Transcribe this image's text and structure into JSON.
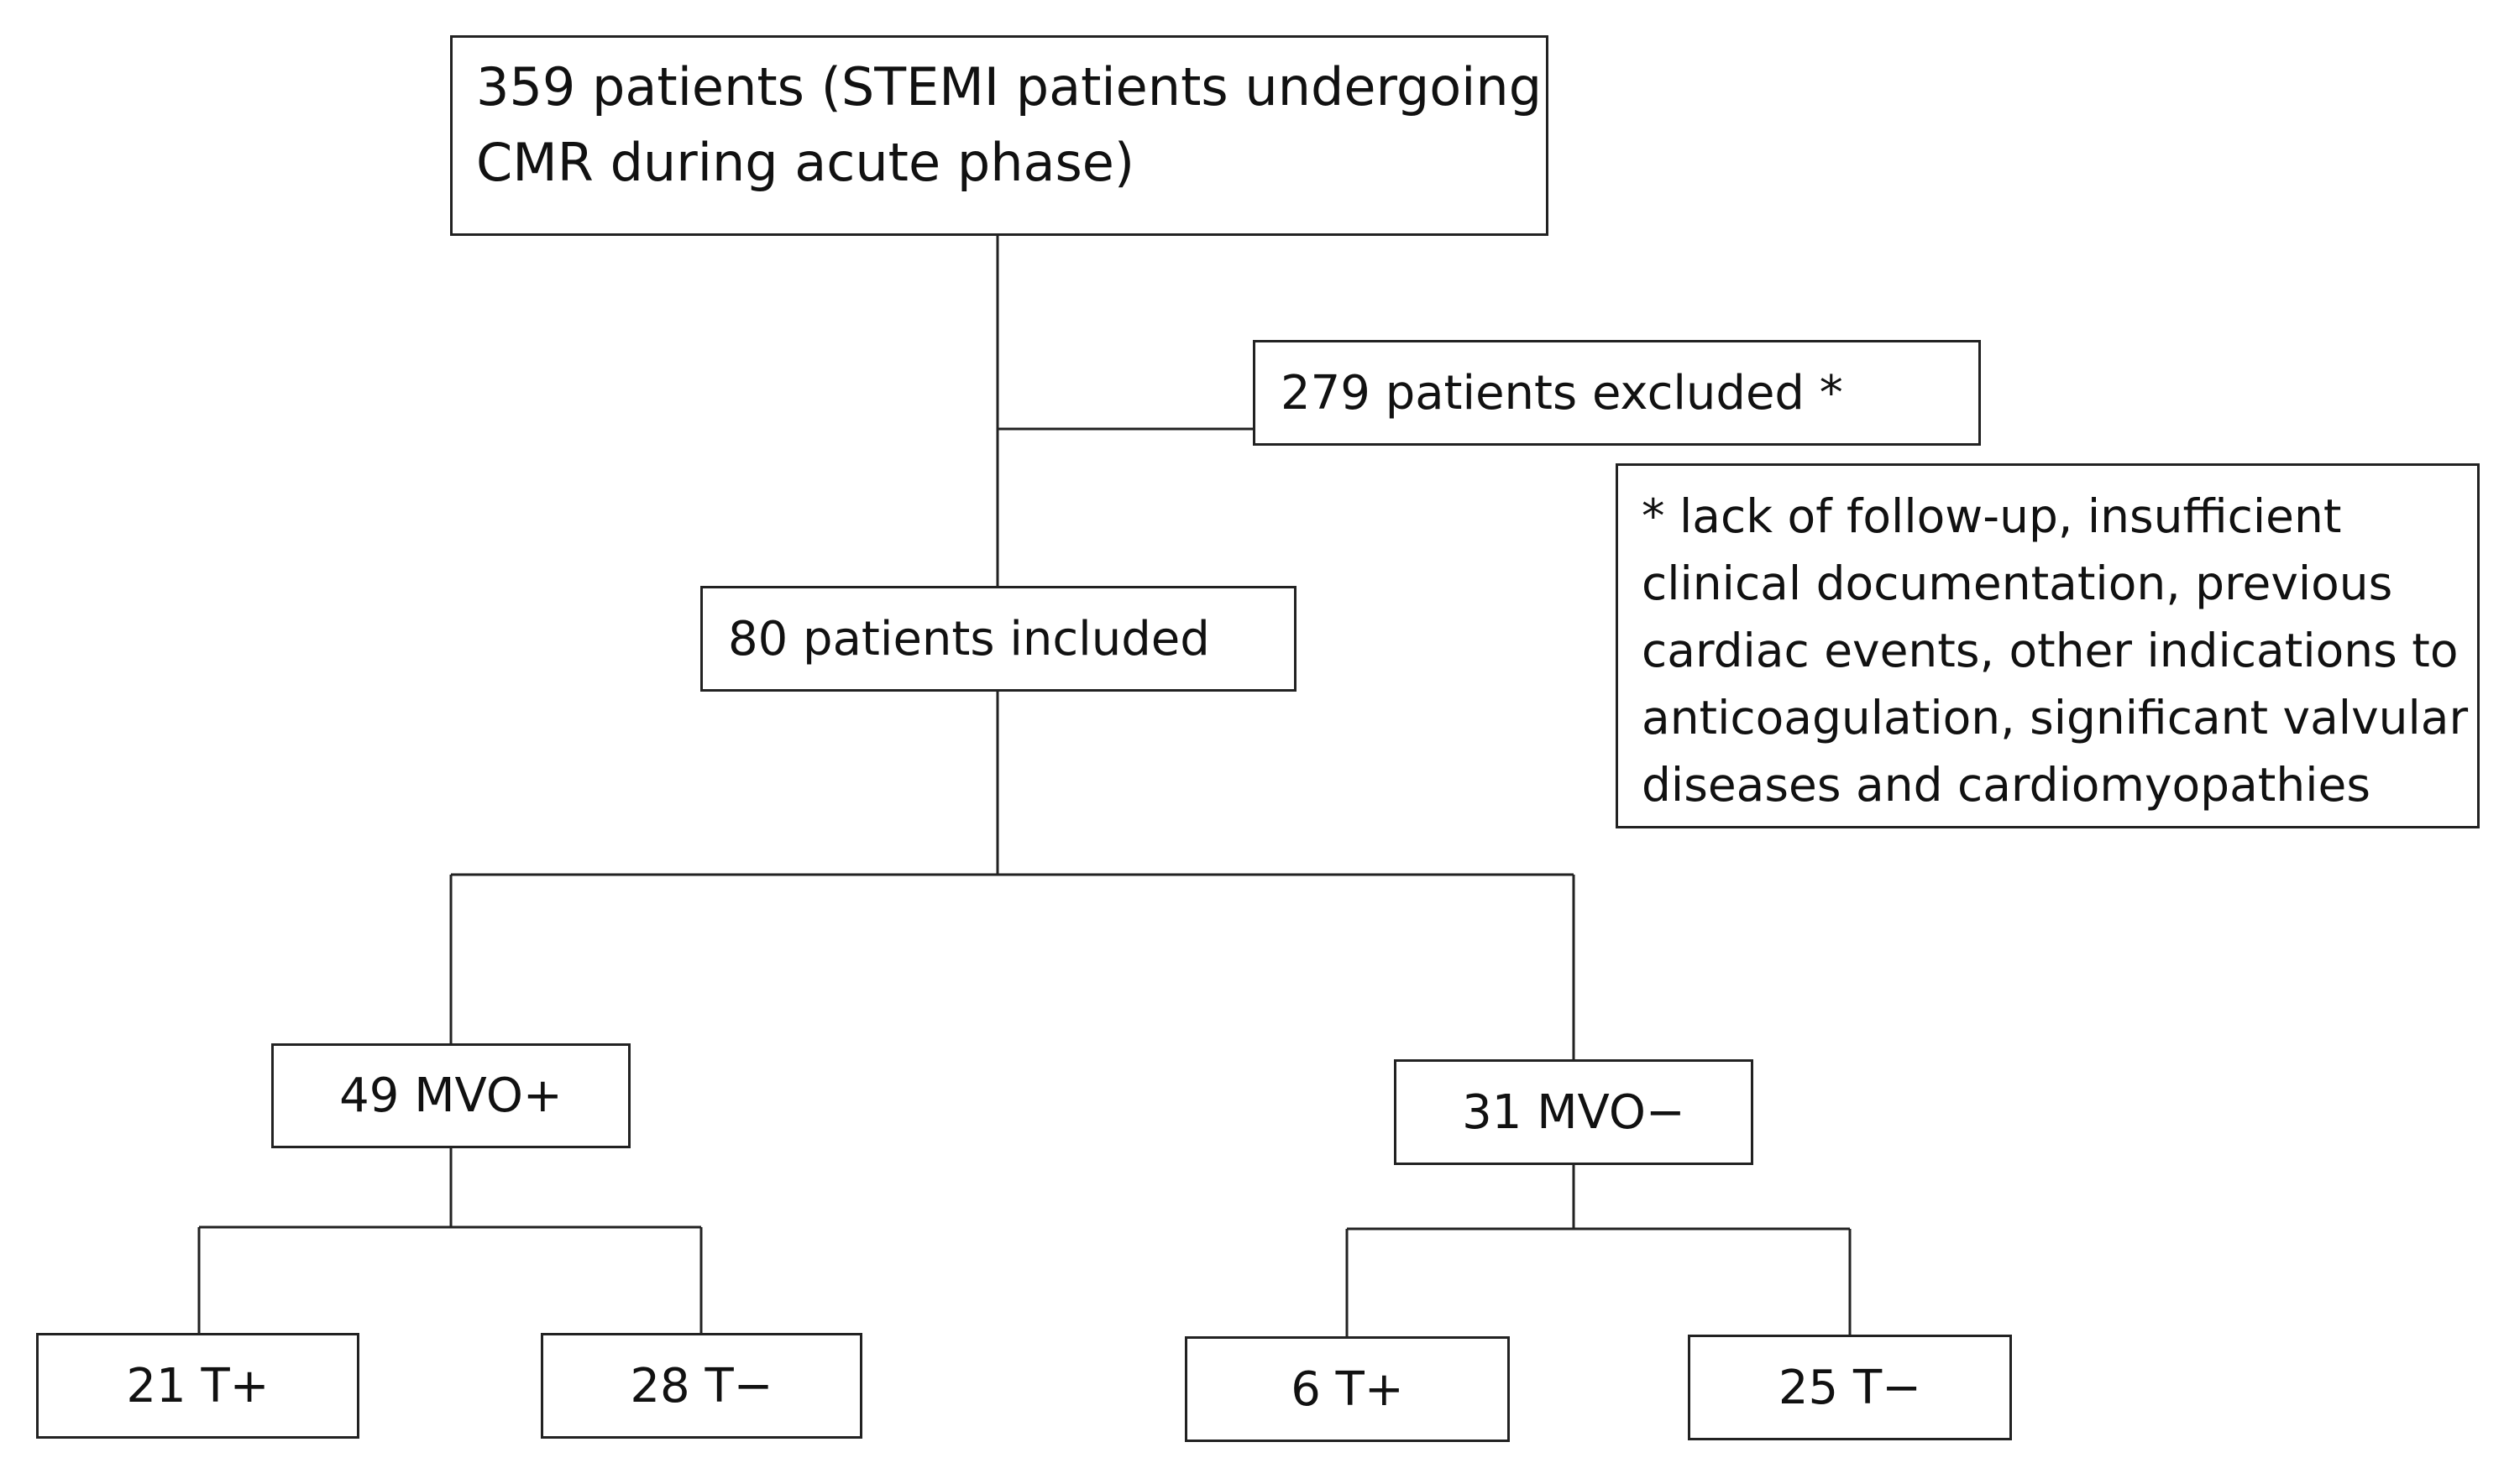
{
  "flow": {
    "total": {
      "line1": "359 patients (STEMI patients undergoing",
      "line2": "CMR during acute phase)"
    },
    "excluded": "279 patients excluded *",
    "exclusion_note": {
      "lines": [
        "* lack of follow-up, insufficient",
        "clinical documentation, previous",
        "cardiac events, other indications to",
        "anticoagulation, significant valvular",
        "diseases and cardiomyopathies"
      ]
    },
    "included": "80 patients included",
    "mvo_pos": "49 MVO+",
    "mvo_neg": "31 MVO−",
    "mvo_pos_t_pos": "21 T+",
    "mvo_pos_t_neg": "28 T−",
    "mvo_neg_t_pos": "6 T+",
    "mvo_neg_t_neg": "25 T−"
  }
}
